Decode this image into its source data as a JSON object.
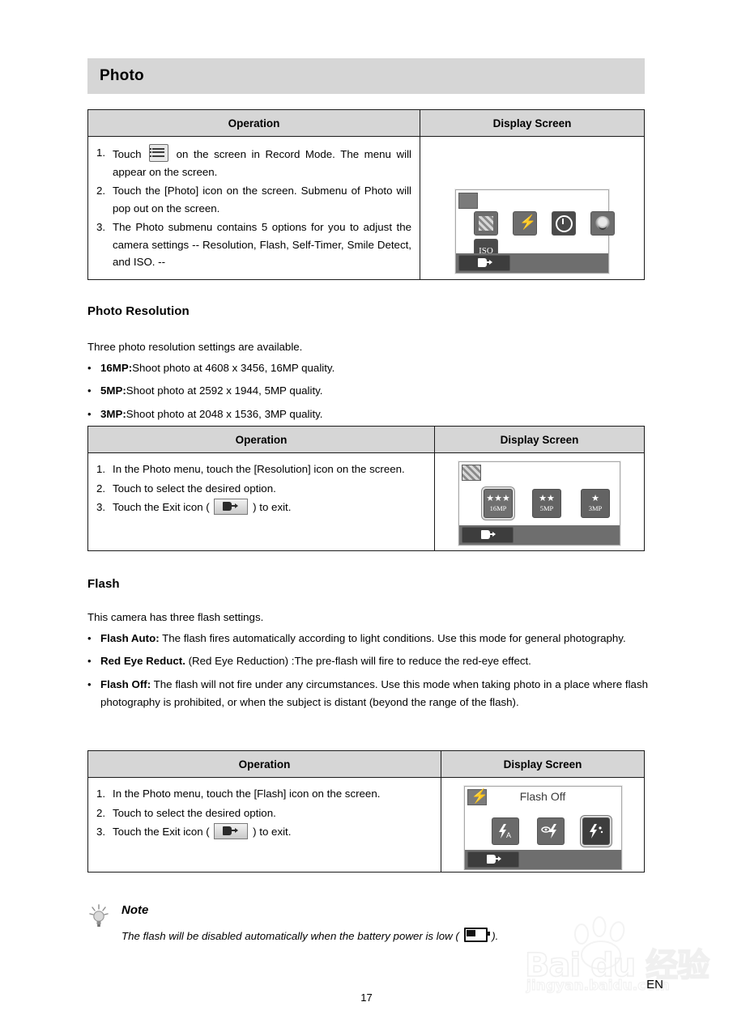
{
  "document": {
    "section_title": "Photo",
    "page_number": "17",
    "language_label": "EN"
  },
  "watermark": {
    "main": "Bai du 经验",
    "sub": "jingyan.baidu.com"
  },
  "tables": {
    "headers": {
      "operation": "Operation",
      "display_screen": "Display Screen"
    },
    "photo_menu": {
      "steps": [
        {
          "num": "1.",
          "text_before": "Touch",
          "icon": "menu-icon",
          "text_after": "on the screen in Record Mode. The menu will appear on the screen."
        },
        {
          "num": "2.",
          "text": "Touch the [Photo] icon on the screen. Submenu of Photo will pop out on the screen."
        },
        {
          "num": "3.",
          "text": "The Photo submenu contains 5 options for you to adjust the camera settings -- Resolution, Flash, Self-Timer, Smile Detect, and ISO. --"
        }
      ],
      "screen": {
        "icons": [
          "resolution-mosaic-icon",
          "flash-bolt-icon",
          "self-timer-clock-icon",
          "smile-detect-icon"
        ],
        "iso_label": "ISO",
        "exit_button": "exit-icon"
      }
    },
    "resolution": {
      "steps": [
        {
          "num": "1.",
          "text": "In the Photo menu, touch the [Resolution] icon on the screen."
        },
        {
          "num": "2.",
          "text": "Touch to select the desired option."
        },
        {
          "num": "3.",
          "text_before": "Touch the Exit icon (",
          "icon": "exit-icon",
          "text_after": ") to exit."
        }
      ],
      "screen": {
        "tiles": [
          {
            "stars": "★★★",
            "label": "16MP",
            "selected": true
          },
          {
            "stars": "★★",
            "label": "5MP",
            "selected": false
          },
          {
            "stars": "★",
            "label": "3MP",
            "selected": false
          }
        ],
        "exit_button": "exit-icon"
      }
    },
    "flash": {
      "steps": [
        {
          "num": "1.",
          "text": "In the Photo menu, touch the [Flash] icon on the screen."
        },
        {
          "num": "2.",
          "text": "Touch to select the desired option."
        },
        {
          "num": "3.",
          "text_before": "Touch the Exit icon (",
          "icon": "exit-icon",
          "text_after": ") to exit."
        }
      ],
      "screen": {
        "title": "Flash Off",
        "tiles": [
          {
            "name": "flash-auto-icon",
            "glyph": "⚡A",
            "selected": false
          },
          {
            "name": "red-eye-reduction-icon",
            "glyph": "⚡",
            "selected": false
          },
          {
            "name": "flash-off-icon",
            "glyph": "⚡",
            "selected": true
          }
        ],
        "exit_button": "exit-icon"
      }
    }
  },
  "sections": {
    "photo_resolution": {
      "heading": "Photo Resolution",
      "intro": "Three photo resolution settings are available.",
      "bullets": [
        {
          "bold": "16MP:",
          "rest": "Shoot photo at 4608 x 3456, 16MP quality."
        },
        {
          "bold": "5MP:",
          "rest": "Shoot photo at 2592 x 1944, 5MP quality."
        },
        {
          "bold": "3MP:",
          "rest": "Shoot photo at 2048 x 1536, 3MP quality."
        }
      ]
    },
    "flash": {
      "heading": "Flash",
      "intro": "This camera has three flash settings.",
      "bullets": [
        {
          "bold": "Flash Auto:",
          "rest": " The flash fires automatically according to light conditions. Use this mode for general photography."
        },
        {
          "bold": "Red Eye Reduct.",
          "rest": " (Red Eye Reduction) :The pre-flash will fire to reduce the red-eye effect."
        },
        {
          "bold": "Flash Off:",
          "rest": " The flash will not fire under any circumstances. Use this mode when taking photo in a place where flash photography is prohibited, or when the subject is distant (beyond the range of the flash)."
        }
      ]
    }
  },
  "note": {
    "title": "Note",
    "text_before": "The flash will be disabled automatically when the battery power is low (",
    "icon": "low-battery-icon",
    "text_after": ")."
  }
}
